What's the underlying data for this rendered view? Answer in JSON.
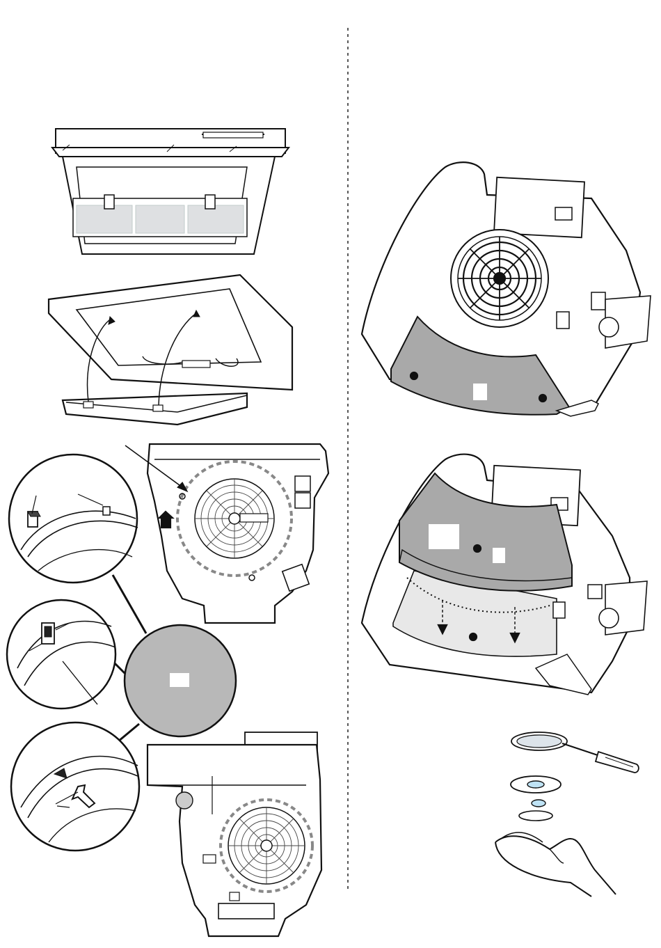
{
  "figure": {
    "sheet": "installation-instruction-page",
    "layout": "two-columns-divided",
    "callout_color": "#ffffff",
    "fill_grey": "#b8b8b8",
    "panel_dark_grey": "#a9a9a9",
    "line_color": "#111111"
  },
  "illustrations": {
    "hood_top": {
      "icon": "cooker-hood-underside"
    },
    "hood_filter_removal": {
      "icon": "cooker-hood-with-grease-filter-lowered"
    },
    "motor_cover_plate": {
      "icon": "blower-housing-with-dashed-ring"
    },
    "detail_clip_1": {
      "icon": "magnified-clip-detail"
    },
    "detail_clip_2": {
      "icon": "magnified-clip-detail"
    },
    "detail_clip_3": {
      "icon": "magnified-clip-detail-with-arrow"
    },
    "grey_disc": {
      "icon": "grey-cover-disc"
    },
    "motor_bottom": {
      "icon": "motor-fan-housing"
    },
    "motor_panel_grey": {
      "icon": "motor-assembly-with-grey-curved-panel"
    },
    "motor_panel_lift": {
      "icon": "grey-panel-lifted-with-down-arrows"
    },
    "lamp_replacement": {
      "icon": "lamp-replacement-with-screwdriver-and-hand"
    }
  },
  "labels": {
    "callout_1": "",
    "callout_2": "",
    "callout_3": "",
    "callout_4": ""
  }
}
